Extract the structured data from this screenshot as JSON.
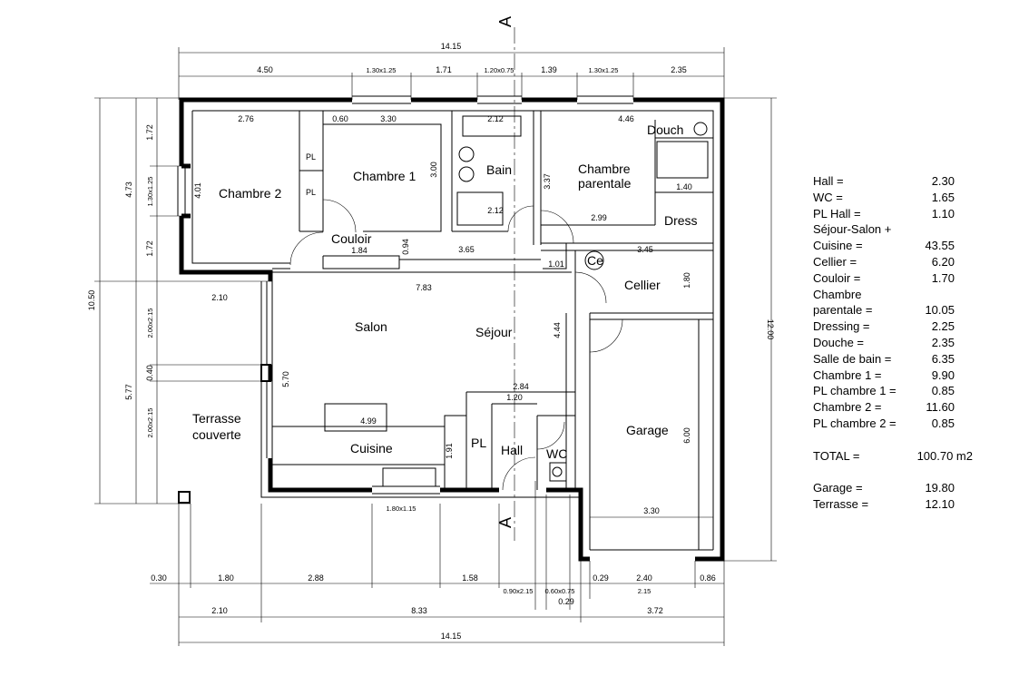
{
  "section_marker": "A",
  "rooms": {
    "chambre2": "Chambre 2",
    "chambre1": "Chambre 1",
    "bain": "Bain",
    "chambre_parentale_1": "Chambre",
    "chambre_parentale_2": "parentale",
    "douche": "Douch",
    "dress": "Dress",
    "couloir": "Couloir",
    "cellier": "Cellier",
    "salon": "Salon",
    "sejour": "Séjour",
    "cuisine": "Cuisine",
    "pl": "PL",
    "hall": "Hall",
    "wc": "WC",
    "garage": "Garage",
    "terrasse_1": "Terrasse",
    "terrasse_2": "couverte",
    "ce": "Ce"
  },
  "dimensions": {
    "top_total": "14.15",
    "top_4_50": "4.50",
    "top_win1": "1.30x1.25",
    "top_1_71": "1.71",
    "top_win2": "1.20x0.75",
    "top_1_39": "1.39",
    "top_win3": "1.30x1.25",
    "top_2_35": "2.35",
    "d_2_76": "2.76",
    "d_0_60": "0.60",
    "d_3_30": "3.30",
    "d_2_12a": "2.12",
    "d_4_46": "4.46",
    "d_3_00": "3.00",
    "d_3_37": "3.37",
    "d_4_01": "4.01",
    "d_2_12b": "2.12",
    "d_1_40": "1.40",
    "d_2_99": "2.99",
    "d_1_84": "1.84",
    "d_0_94": "0.94",
    "d_3_65": "3.65",
    "d_3_45": "3.45",
    "d_1_01": "1.01",
    "d_1_80a": "1.80",
    "d_2_10a": "2.10",
    "d_7_83": "7.83",
    "d_4_44": "4.44",
    "d_5_70": "5.70",
    "d_2_84": "2.84",
    "d_1_20": "1.20",
    "d_4_99": "4.99",
    "d_1_91": "1.91",
    "d_6_00": "6.00",
    "d_3_30b": "3.30",
    "d_win_kitchen": "1.80x1.15",
    "left_1_72a": "1.72",
    "left_win": "1.30x1.25",
    "left_1_72b": "1.72",
    "left_4_73": "4.73",
    "left_10_50": "10.50",
    "left_2_00a": "2.00x2.15",
    "left_0_40": "0.40",
    "left_2_00b": "2.00x2.15",
    "left_5_77": "5.77",
    "right_12_00": "12.00",
    "b_0_30": "0.30",
    "b_1_80": "1.80",
    "b_2_88": "2.88",
    "b_1_58": "1.58",
    "b_door1": "0.90x2.15",
    "b_door2": "0.60x0.75",
    "b_0_29a": "0.29",
    "b_0_29b": "0.29",
    "b_2_40": "2.40",
    "b_2_15": "2.15",
    "b_0_86": "0.86",
    "b_2_10": "2.10",
    "b_8_33": "8.33",
    "b_3_72": "3.72",
    "bottom_total": "14.15"
  },
  "surfaces": {
    "rows": [
      {
        "label": "Hall =",
        "value": "2.30"
      },
      {
        "label": "WC =",
        "value": "1.65"
      },
      {
        "label": "PL Hall =",
        "value": "1.10"
      },
      {
        "label": "Séjour-Salon +",
        "value": ""
      },
      {
        "label": "Cuisine =",
        "value": "43.55"
      },
      {
        "label": "Cellier =",
        "value": "6.20"
      },
      {
        "label": "Couloir =",
        "value": "1.70"
      },
      {
        "label": "Chambre",
        "value": ""
      },
      {
        "label": "parentale =",
        "value": "10.05"
      },
      {
        "label": "Dressing =",
        "value": "2.25"
      },
      {
        "label": "Douche =",
        "value": "2.35"
      },
      {
        "label": "Salle de bain =",
        "value": "6.35"
      },
      {
        "label": "Chambre 1 =",
        "value": "9.90"
      },
      {
        "label": "PL chambre 1 =",
        "value": "0.85"
      },
      {
        "label": "Chambre 2 =",
        "value": "11.60"
      },
      {
        "label": "PL chambre 2 =",
        "value": "0.85"
      }
    ],
    "total": {
      "label": "TOTAL =",
      "value": "100.70 m2"
    },
    "extras": [
      {
        "label": "Garage =",
        "value": "19.80"
      },
      {
        "label": "Terrasse =",
        "value": "12.10"
      }
    ]
  }
}
